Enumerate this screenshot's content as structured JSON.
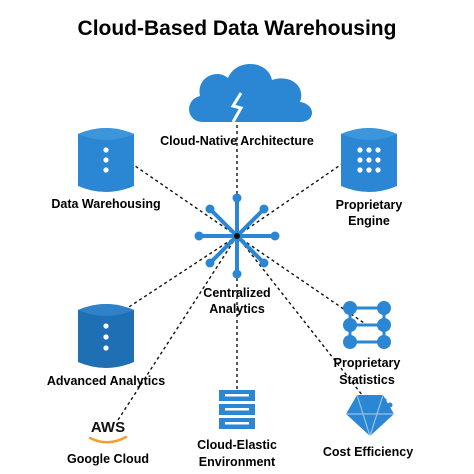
{
  "title": "Cloud-Based Data Warehousing",
  "colors": {
    "primary": "#2b87d3",
    "dark": "#1f6fb5",
    "connector": "#111111",
    "aws_smile": "#f0a030"
  },
  "hub": {
    "label_line1": "Centralized",
    "label_line2": "Analytics",
    "icon": "asterisk-hub-icon"
  },
  "nodes": {
    "cloud_native": {
      "label": "Cloud-Native Architecture",
      "icon": "cloud-icon"
    },
    "data_warehousing": {
      "label": "Data Warehousing",
      "icon": "database-icon"
    },
    "proprietary_engine": {
      "label_line1": "Proprietary",
      "label_line2": "Engine",
      "icon": "database-grid-icon"
    },
    "advanced_analytics": {
      "label": "Advanced Analytics",
      "icon": "database-icon"
    },
    "proprietary_statistics": {
      "label_line1": "Proprietary",
      "label_line2": "Statistics",
      "icon": "network-grid-icon"
    },
    "google_cloud": {
      "logo_text": "AWS",
      "label": "Google Cloud",
      "icon": "aws-logo"
    },
    "cloud_elastic": {
      "label_line1": "Cloud-Elastic",
      "label_line2": "Environment",
      "icon": "server-rack-icon"
    },
    "cost_efficiency": {
      "label": "Cost Efficiency",
      "icon": "gem-icon"
    }
  }
}
